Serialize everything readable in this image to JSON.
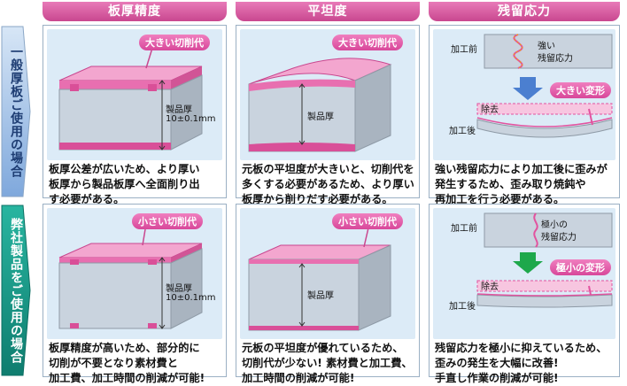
{
  "columns": {
    "thickness": "板厚精度",
    "flatness": "平坦度",
    "residual": "残留応力"
  },
  "rows": {
    "general": "一般厚板ご使用の場合",
    "ours": "弊社製品をご使用の場合"
  },
  "general": {
    "thickness": {
      "badge": "大きい切削代",
      "thickness_label": "製品厚",
      "tolerance": "10±0.1mm",
      "desc": [
        "板厚公差が広いため、より厚い",
        "板厚から製品板厚へ全面削り出",
        "す必要がある。"
      ]
    },
    "flatness": {
      "badge": "大きい切削代",
      "thickness_label": "製品厚",
      "desc": [
        "元板の平坦度が大きいと、切削代を",
        "多くする必要があるため、より厚い",
        "板厚から削りだす必要がある。"
      ]
    },
    "residual": {
      "before": "加工前",
      "stress_label": [
        "強い",
        "残留応力"
      ],
      "removal": "除去",
      "after": "加工後",
      "badge": "大きい変形",
      "desc": [
        "強い残留応力により加工後に歪みが",
        "発生するため、歪み取り焼鈍や",
        "再加工を行う必要がある。"
      ]
    }
  },
  "ours": {
    "thickness": {
      "badge": "小さい切削代",
      "thickness_label": "製品厚",
      "tolerance": "10±0.1mm",
      "desc": [
        "板厚精度が高いため、部分的に",
        "切削が不要となり素材費と",
        "加工費、加工時間の削減が可能!"
      ]
    },
    "flatness": {
      "badge": "小さい切削代",
      "thickness_label": "製品厚",
      "desc": [
        "元板の平坦度が優れているため、",
        "切削代が少ない! 素材費と加工費、",
        "加工時間の削減が可能!"
      ]
    },
    "residual": {
      "before": "加工前",
      "stress_label": [
        "極小の",
        "残留応力"
      ],
      "removal": "除去",
      "after": "加工後",
      "badge": "極小の変形",
      "desc": [
        "残留応力を極小に抑えているため、",
        "歪みの発生を大幅に改善!",
        "手直し作業の削減が可能!"
      ]
    }
  },
  "colors": {
    "pink": "#e2539f",
    "blue_arrow": "#4b7fd0",
    "green_arrow": "#1ea84b",
    "green_side": "#1a9a8c",
    "blue_side": "#b8d3ef",
    "panel_bg": "#dcebf7"
  }
}
